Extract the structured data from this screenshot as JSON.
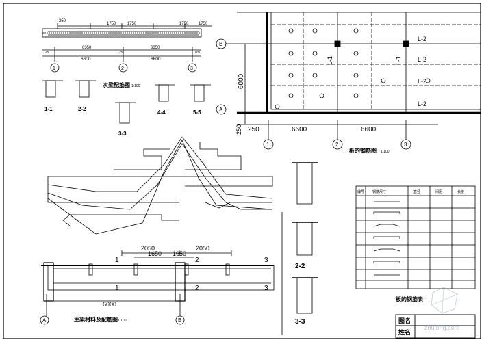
{
  "secondary_beam": {
    "title": "次梁配筋图",
    "scale": "1:100",
    "top_dims": [
      "250",
      "1750",
      "1750",
      "1750",
      "1750"
    ],
    "bottom_dims": [
      "125",
      "6350",
      "125",
      "6350",
      "105"
    ],
    "spans": [
      "6600",
      "6600"
    ],
    "axes": [
      "1",
      "2",
      "3"
    ],
    "sections": [
      "1-1",
      "2-2",
      "3-3",
      "4-4",
      "5-5"
    ]
  },
  "slab_plan": {
    "title": "板的钢筋图",
    "scale": "1:100",
    "axes_x": [
      "1",
      "2",
      "3"
    ],
    "axes_y": [
      "A",
      "B"
    ],
    "dim_y": "6000",
    "dim_edge": "250",
    "dims_x": [
      "250",
      "6600",
      "6600"
    ],
    "beam_labels": [
      "L-1",
      "L-1",
      "L-2",
      "L-2",
      "L-2",
      "L-2"
    ]
  },
  "main_beam": {
    "title": "主梁材料及配筋图",
    "scale": "1:100",
    "dims_top": [
      "2050",
      "2050",
      "1650",
      "1650"
    ],
    "span": "6000",
    "axes": [
      "A",
      "B"
    ],
    "cut_marks": [
      "1",
      "1",
      "2",
      "2",
      "3",
      "3"
    ],
    "sections": [
      "2-2",
      "3-3"
    ]
  },
  "rebar_table": {
    "title": "板的钢筋表",
    "headers": [
      "编号",
      "钢筋尺寸",
      "直径",
      "间距",
      "长度"
    ]
  },
  "title_block": {
    "labels": [
      "图名",
      "姓名"
    ]
  },
  "watermark": "zhulong.com"
}
